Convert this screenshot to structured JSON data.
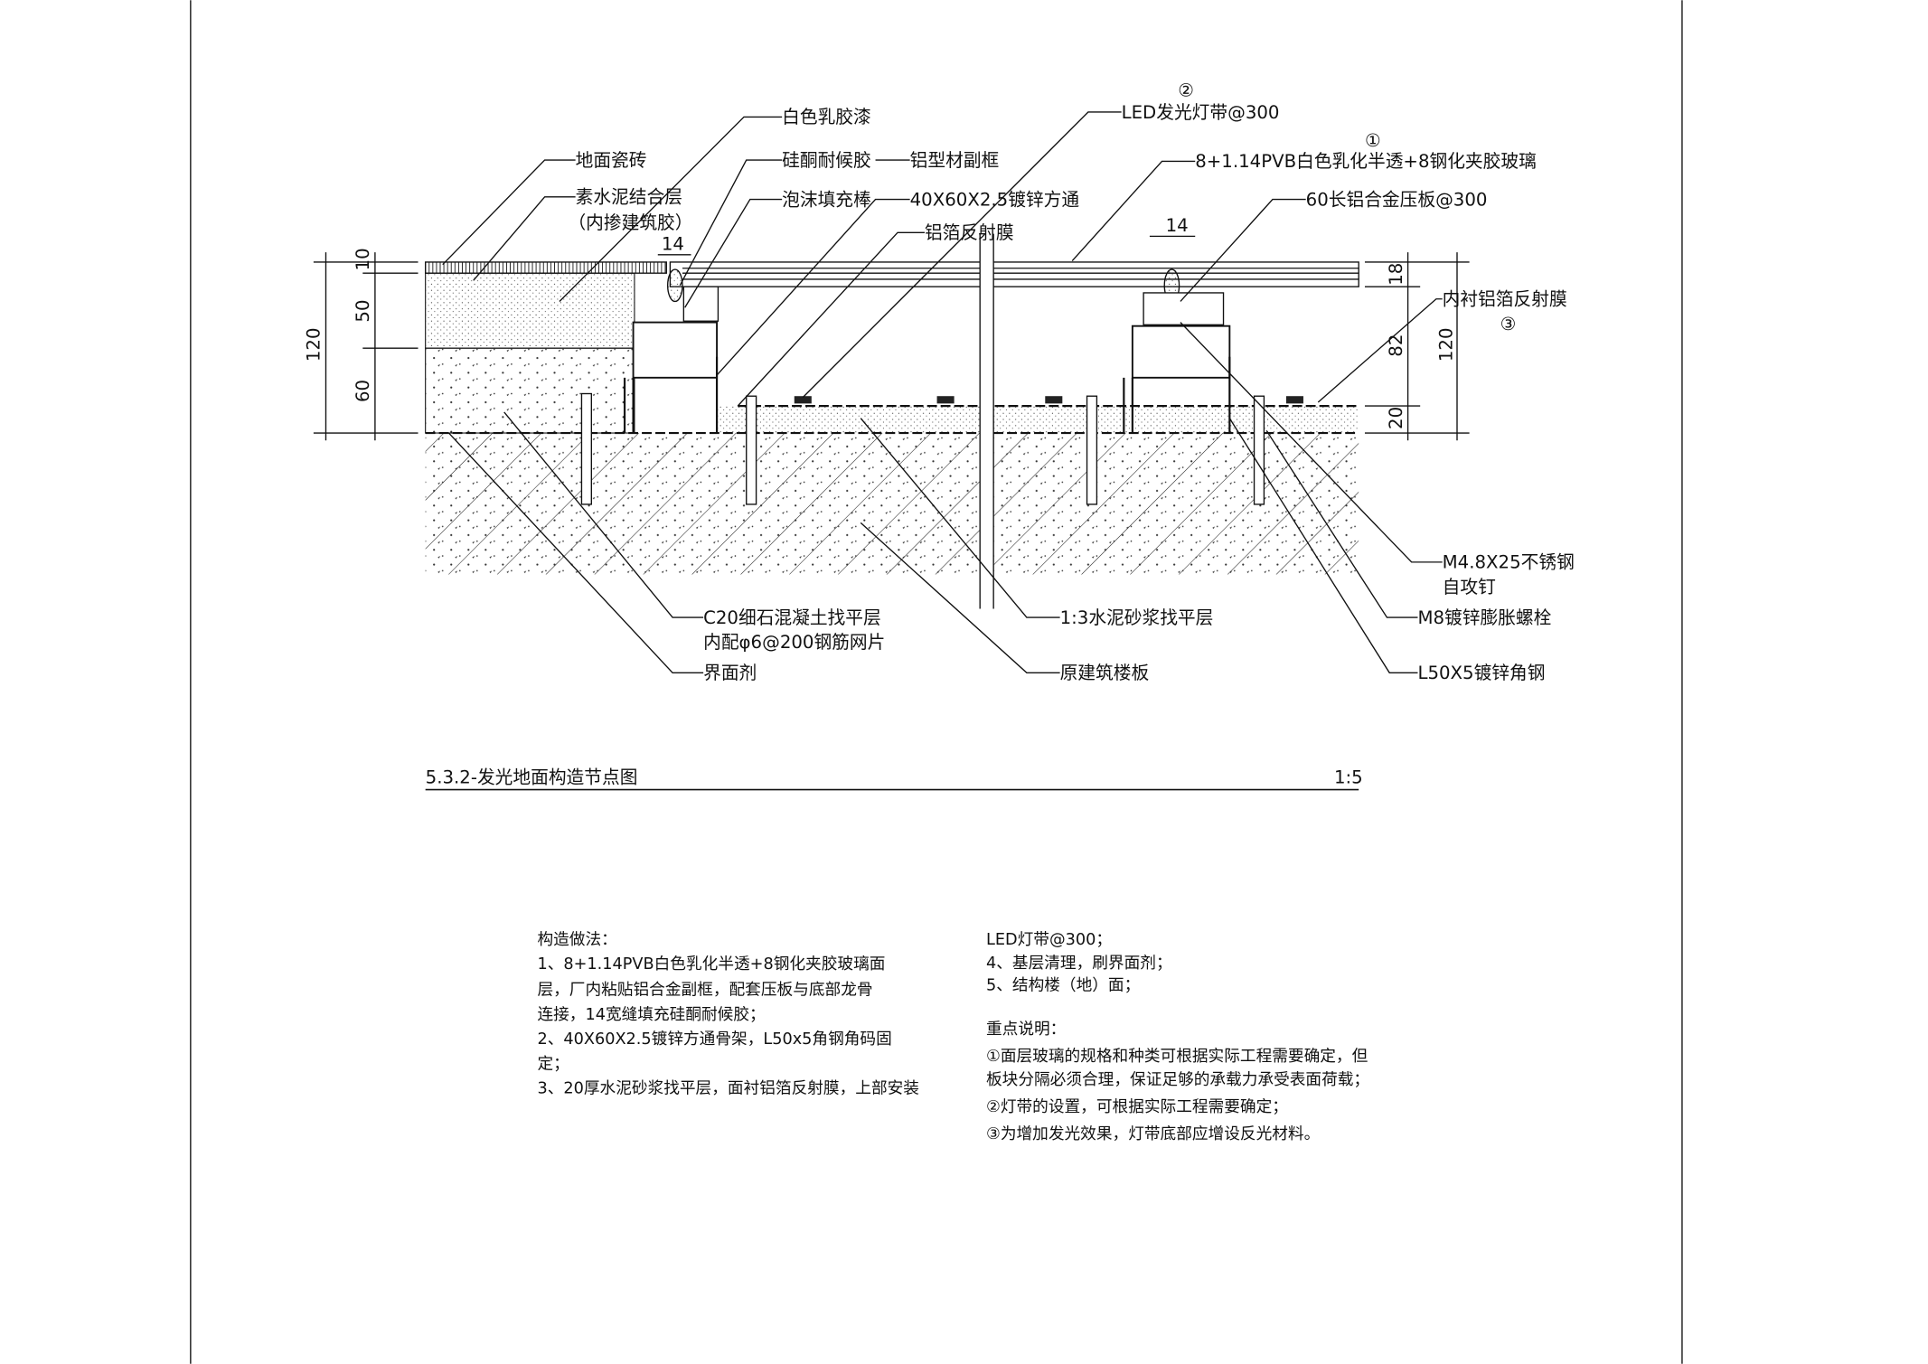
{
  "drawing": {
    "labels": {
      "white_latex_paint": "白色乳胶漆",
      "floor_tile": "地面瓷砖",
      "cement_bond_layer": "素水泥结合层",
      "cement_bond_layer_note": "（内掺建筑胶）",
      "silicone_sealant": "硅酮耐候胶",
      "aluminum_subframe": "铝型材副框",
      "foam_rod": "泡沫填充棒",
      "steel_tube": "40X60X2.5镀锌方通",
      "foil_film": "铝箔反射膜",
      "led_marker": "②",
      "led_strip": "LED发光灯带@300",
      "glass_marker": "①",
      "glass": "8+1.14PVB白色乳化半透+8钢化夹胶玻璃",
      "press_plate": "60长铝合金压板@300",
      "inner_foil": "内衬铝箔反射膜",
      "inner_foil_marker": "③",
      "screw_1": "M4.8X25不锈钢",
      "screw_2": "自攻钉",
      "anchor_bolt": "M8镀锌膨胀螺栓",
      "angle_steel": "L50X5镀锌角钢",
      "mortar_layer": "1:3水泥砂浆找平层",
      "original_slab": "原建筑楼板",
      "c20_layer_1": "C20细石混凝土找平层",
      "c20_layer_2": "内配φ6@200钢筋网片",
      "interface_agent": "界面剂"
    },
    "dims_left": {
      "d1": "10",
      "d2": "50",
      "d3": "60",
      "total": "120"
    },
    "dims_right": {
      "d1": "18",
      "d2": "82",
      "d3": "20",
      "total": "120"
    },
    "dim_gap_1": "14",
    "dim_gap_2": "14",
    "title": "5.3.2-发光地面构造节点图",
    "scale": "1:5"
  },
  "notes": {
    "left": [
      "构造做法：",
      "1、8+1.14PVB白色乳化半透+8钢化夹胶玻璃面",
      "层，厂内粘贴铝合金副框，配套压板与底部龙骨",
      "连接，14宽缝填充硅酮耐候胶；",
      "2、40X60X2.5镀锌方通骨架，L50x5角钢角码固",
      "定；",
      "3、20厚水泥砂浆找平层，面衬铝箔反射膜，上部安装"
    ],
    "right": [
      "LED灯带@300；",
      "4、基层清理，刷界面剂；",
      "5、结构楼（地）面；"
    ],
    "key_title": "重点说明：",
    "key": [
      "①面层玻璃的规格和种类可根据实际工程需要确定，但",
      "板块分隔必须合理，保证足够的承载力承受表面荷载；",
      "②灯带的设置，可根据实际工程需要确定；",
      "③为增加发光效果，灯带底部应增设反光材料。"
    ]
  }
}
